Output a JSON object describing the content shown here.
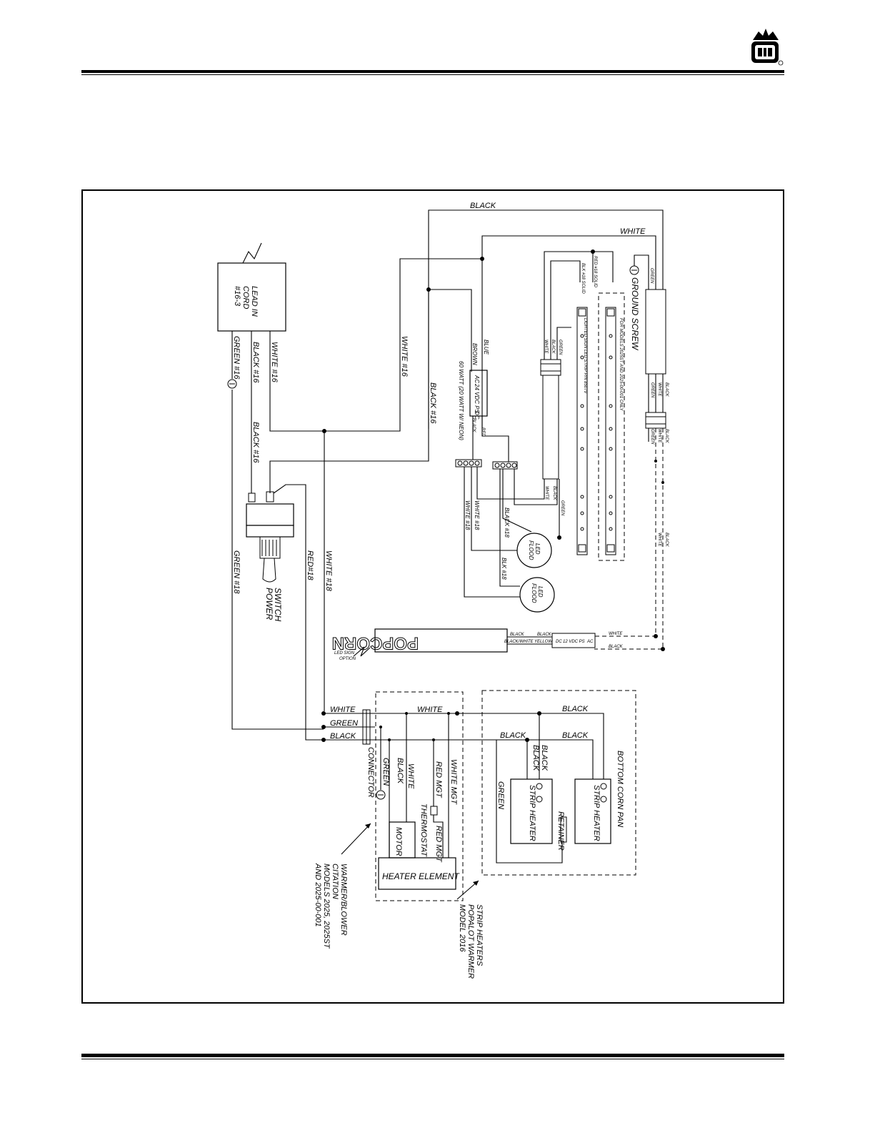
{
  "header": {
    "logo_icon": "cretors-logo-icon"
  },
  "diagram": {
    "top_labels": {
      "black_top": "BLACK",
      "white_top": "WHITE"
    },
    "lead_in_cord": {
      "l1": "LEAD IN",
      "l2": "CORD",
      "l3": "#16-3"
    },
    "wire_labels": {
      "green16": "GREEN #16",
      "black16a": "BLACK #16",
      "white16": "WHITE #16",
      "black16b": "BLACK #16",
      "white16b": "WHITE #16",
      "black16c": "BLACK #16",
      "green18": "GREEN #18",
      "red18": "RED#18",
      "white18": "WHITE #18",
      "blue": "BLUE",
      "brown": "BROWN",
      "black_ps": "BLACK",
      "red_ps": "RED",
      "white18a": "WHITE #18",
      "white18b": "WHITE #18",
      "black18": "BLACK #18",
      "blk18": "BLK #18",
      "black_tube": "BLACK",
      "white_tube": "WHITE",
      "green_tube": "GREEN",
      "black_tube2": "BLACK",
      "white_tube2": "WHITE",
      "green_led": "GREEN",
      "blk18solid": "BLK #18 SOLID",
      "red18solid": "RED #18 SOLID",
      "green_gs": "GREEN",
      "black_r1": "BLACK",
      "white_r1": "WHITE",
      "green_r1": "GREEN",
      "black_r2": "BLACK",
      "white_r2": "WHITE",
      "green_r2": "GREEN",
      "black_r3": "BLACK",
      "white_r3": "WHITE"
    },
    "power_supply_24": {
      "text": "24 VDC PS",
      "ac": "AC",
      "dc": "DC"
    },
    "lamp_note": "60 WATT (20 WATT W/ NEON)",
    "led_strip_label": "LIGHTED SIGN LED STRIP P/N 85079",
    "models_note": "FOR MODELS 2025ST AND 2025-00-001 ONLY",
    "ground_screw": "GROUND SCREW",
    "led_flood_1": {
      "l1": "LED",
      "l2": "FLOOD"
    },
    "led_flood_2": {
      "l1": "LED",
      "l2": "FLOOD"
    },
    "power_switch": {
      "l1": "POWER",
      "l2": "SWITCH"
    },
    "popcorn_sign": "POPCORN",
    "led_sign_option": {
      "l1": "LED SIGN",
      "l2": "OPTION"
    },
    "ps12": {
      "text": "12 VDC PS",
      "ac": "AC",
      "dc": "DC"
    },
    "sign_wires": {
      "black1": "BLACK",
      "black2": "BLACK",
      "bw": "BLACK/WHITE",
      "yellow": "YELLOW",
      "white": "WHITE",
      "black3": "BLACK"
    },
    "bus": {
      "white": "WHITE",
      "green": "GREEN",
      "black": "BLACK",
      "white2": "WHITE",
      "connector": "CONNECTOR"
    },
    "warmer": {
      "green": "GREEN",
      "black": "BLACK",
      "white": "WHITE",
      "red_mgt": "RED MGT",
      "white_mgt": "WHITE MGT",
      "thermostat": "THERMOSTAT",
      "red_mgt2": "RED MGT",
      "motor": "MOTOR",
      "heater_element": "HEATER ELEMENT",
      "caption": [
        "WARMER/BLOWER",
        "CITATION",
        "MODELS 2025, 2025ST",
        "AND 2025-00-001"
      ]
    },
    "strip": {
      "black_a": "BLACK",
      "black_b": "BLACK",
      "black_c": "BLACK",
      "black_d": "BLACK",
      "black_e": "BLACK",
      "green": "GREEN",
      "strip_heater_1": "STRIP HEATER",
      "strip_heater_2": "STRIP HEATER",
      "retainer": "RETAINER",
      "bottom_corn_pan": "BOTTOM CORN PAN",
      "caption": [
        "STRIP HEATERS",
        "POPALOT WARMER",
        "MODEL 2016"
      ]
    }
  }
}
